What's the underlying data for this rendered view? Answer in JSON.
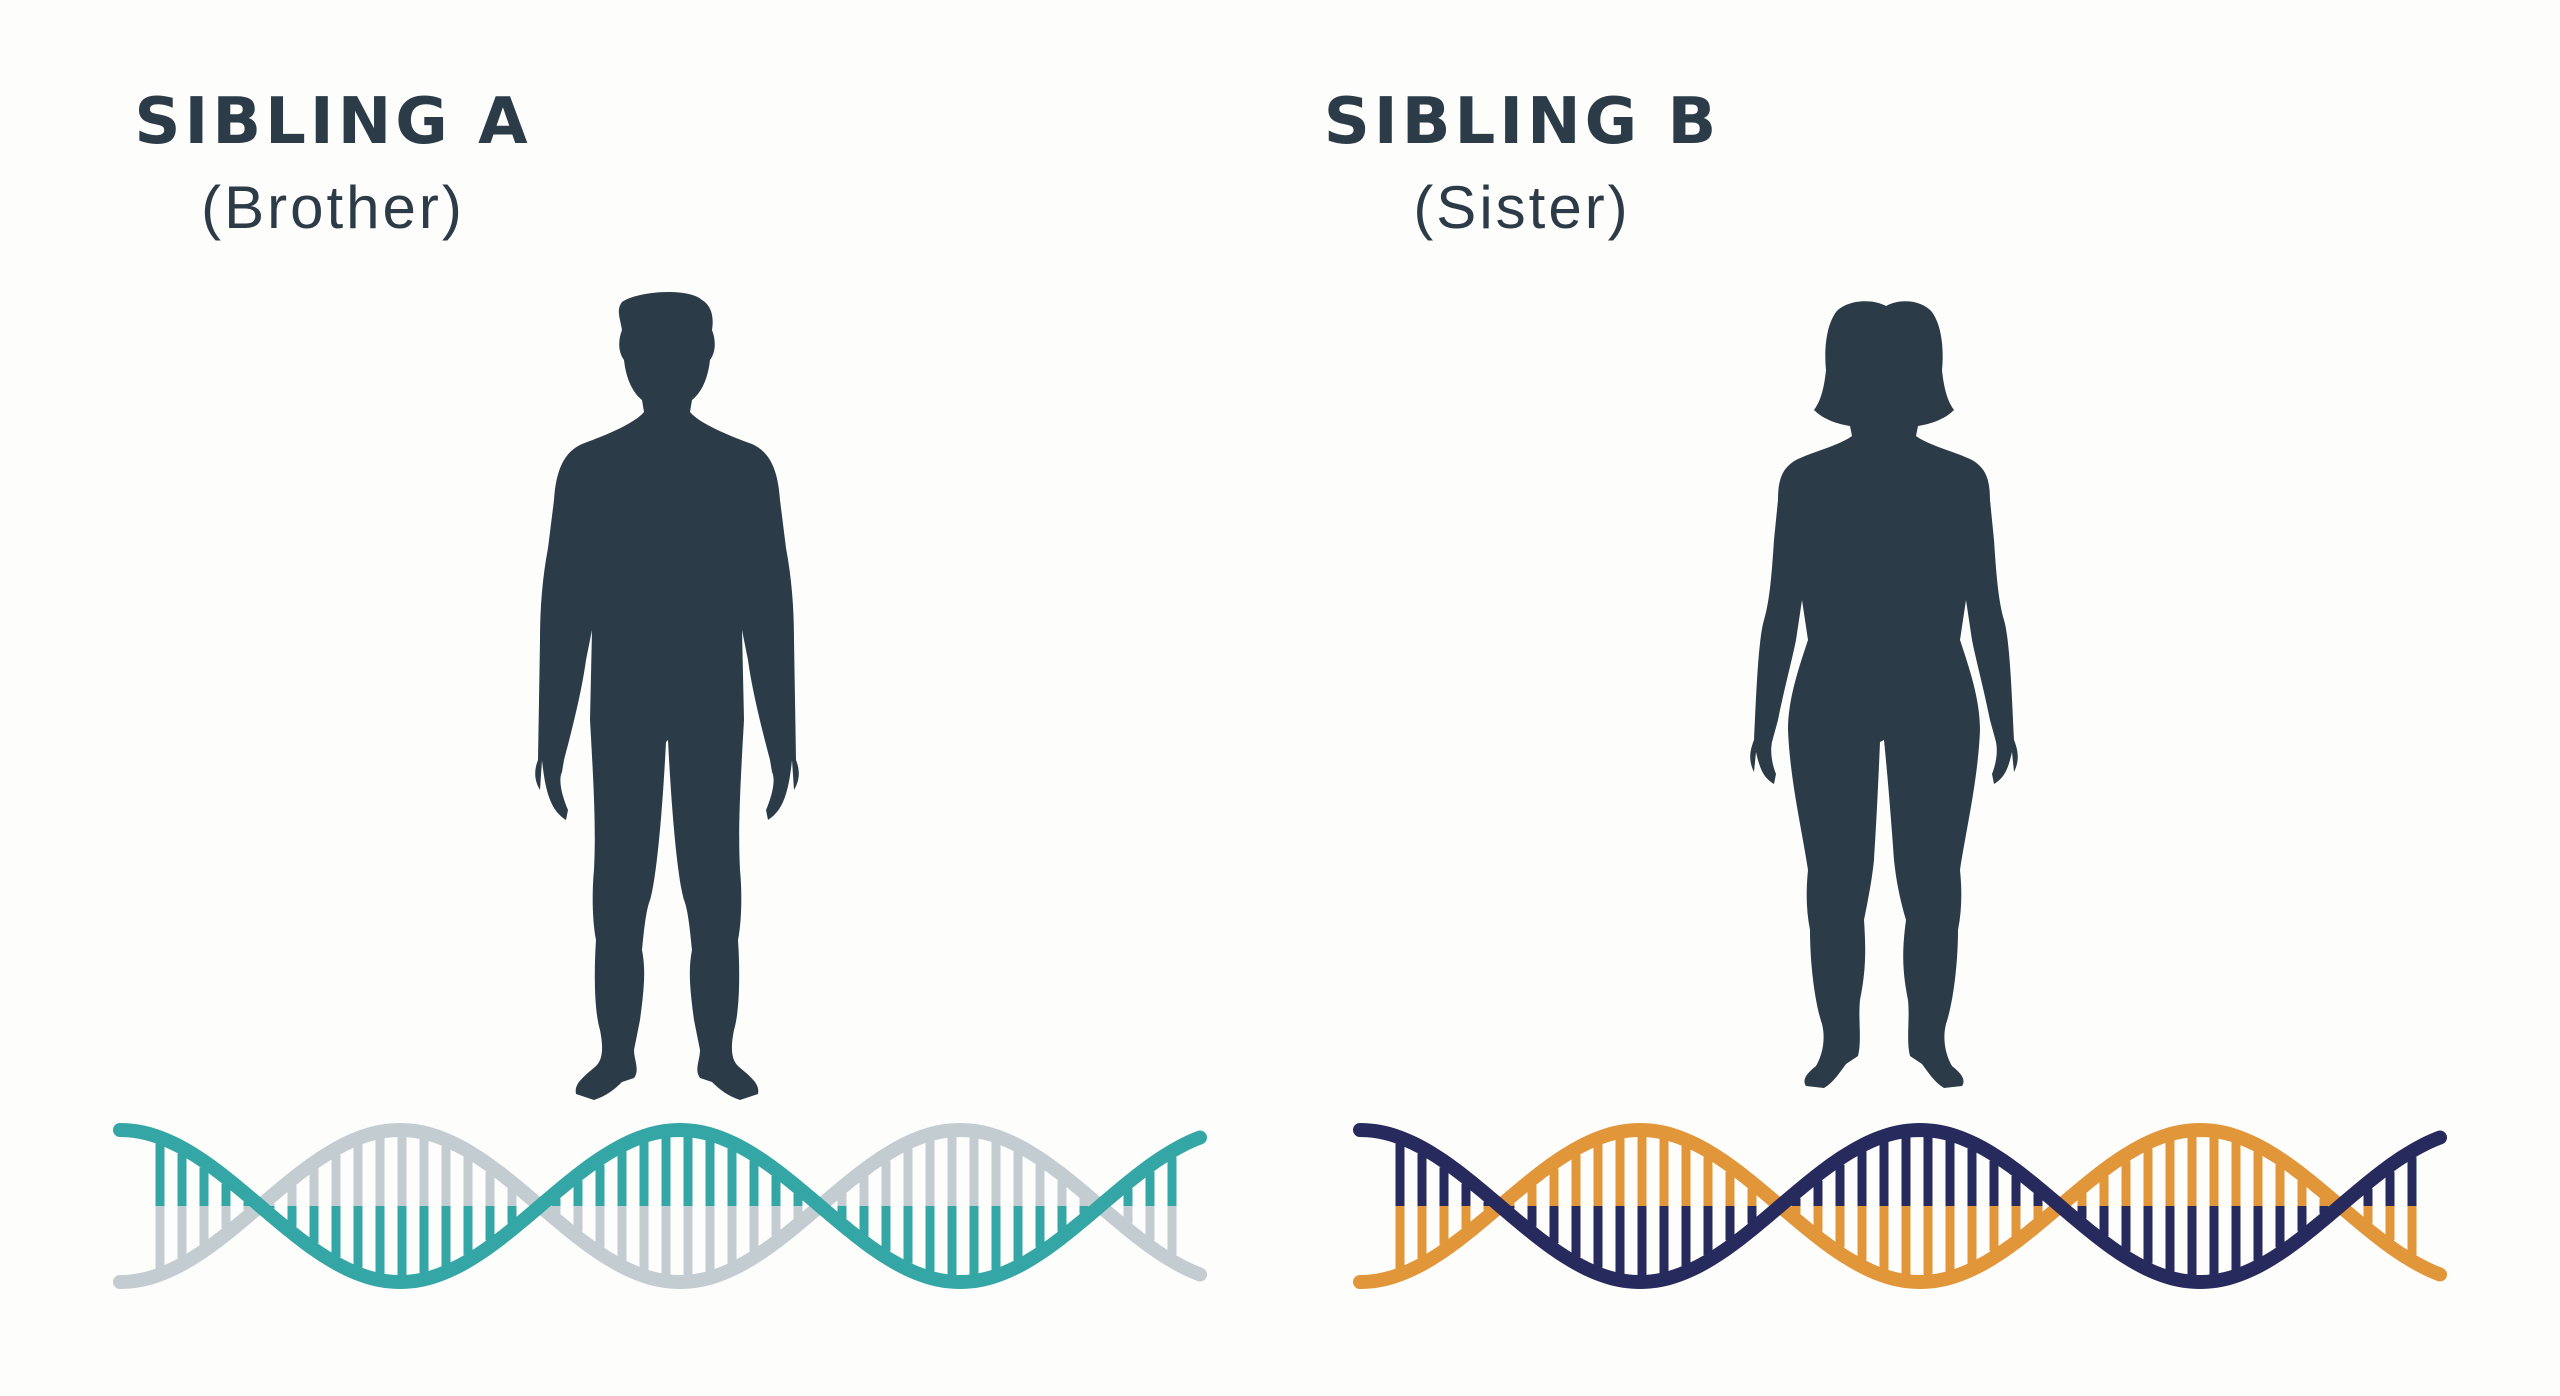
{
  "colors": {
    "ink": "#2b3c48",
    "teal": "#35a6a6",
    "light_gray": "#c3ccd0",
    "navy": "#262a5c",
    "orange": "#e2963a",
    "background": "#fdfdfb"
  },
  "sibling_a": {
    "title": "SIBLING A",
    "subtitle": "(Brother)",
    "icon": "male-silhouette-icon",
    "dna_colors": [
      "teal",
      "light_gray"
    ]
  },
  "sibling_b": {
    "title": "SIBLING B",
    "subtitle": "(Sister)",
    "icon": "female-silhouette-icon",
    "dna_colors": [
      "navy",
      "orange"
    ]
  }
}
